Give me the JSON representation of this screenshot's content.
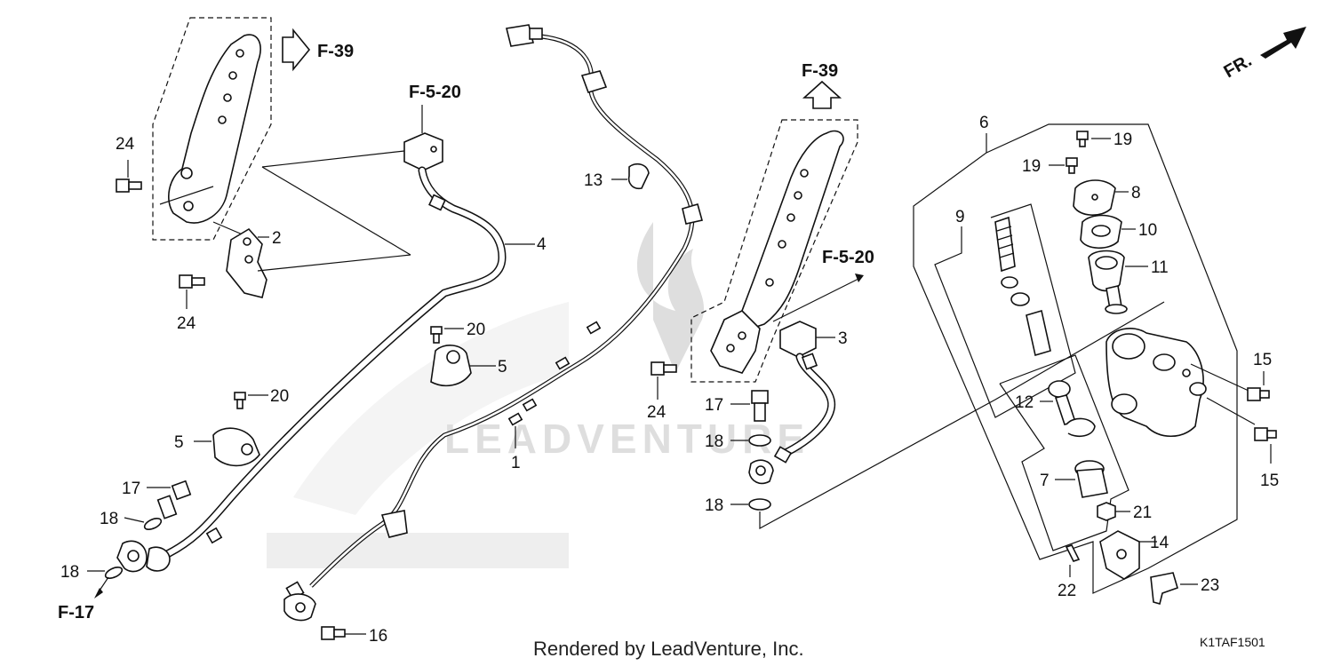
{
  "diagram": {
    "watermark": "LEADVENTURE",
    "footer": "Rendered by LeadVenture, Inc.",
    "diagram_code": "K1TAF1501",
    "direction_label": "FR.",
    "refs": {
      "f39_top": "F-39",
      "f39_mid": "F-39",
      "f5_20_top": "F-5-20",
      "f5_20_mid": "F-5-20",
      "f17": "F-17"
    },
    "callouts": {
      "p1": "1",
      "p2": "2",
      "p3": "3",
      "p4": "4",
      "p5a": "5",
      "p5b": "5",
      "p6": "6",
      "p7": "7",
      "p8": "8",
      "p9": "9",
      "p10": "10",
      "p11": "11",
      "p12": "12",
      "p13": "13",
      "p14": "14",
      "p15a": "15",
      "p15b": "15",
      "p16": "16",
      "p17a": "17",
      "p17b": "17",
      "p18a": "18",
      "p18b": "18",
      "p18c": "18",
      "p18d": "18",
      "p19a": "19",
      "p19b": "19",
      "p20a": "20",
      "p20b": "20",
      "p21": "21",
      "p22": "22",
      "p23": "23",
      "p24a": "24",
      "p24b": "24",
      "p24c": "24"
    }
  }
}
